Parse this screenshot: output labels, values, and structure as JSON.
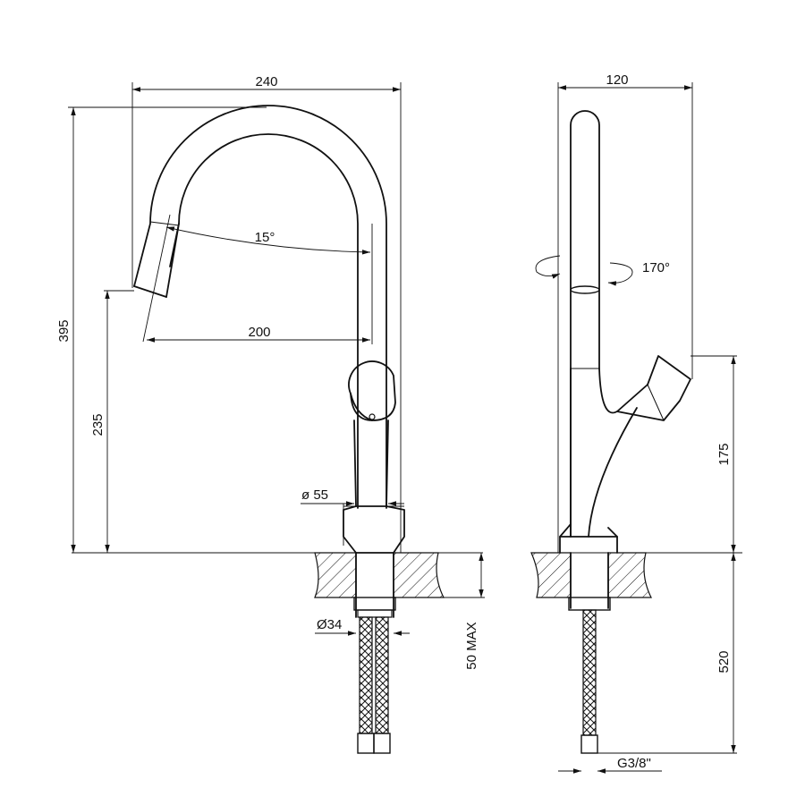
{
  "front_view": {
    "width_total": "240",
    "height_total": "395",
    "angle": "15°",
    "reach": "200",
    "spout_height": "235",
    "body_diameter": "ø 55",
    "shank_diameter": "Ø34",
    "max_counter_thickness": "50 MAX"
  },
  "side_view": {
    "depth": "120",
    "rotation": "170°",
    "handle_height": "175",
    "hose_length": "520",
    "connection": "G3/8\""
  },
  "colors": {
    "line": "#111111",
    "background": "#ffffff"
  }
}
